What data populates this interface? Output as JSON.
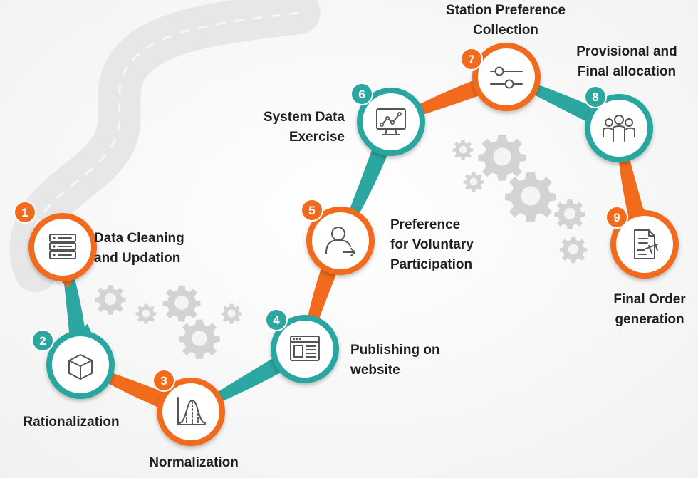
{
  "colors": {
    "orange": "#F26B1D",
    "teal": "#2BA6A0",
    "icon_stroke": "#555555",
    "text": "#1f1f1f",
    "gear": "#d0d0d0",
    "road": "#e9e9e9"
  },
  "steps": [
    {
      "number": "1",
      "label_lines": [
        "Data Cleaning",
        "and Updation"
      ],
      "icon": "server-icon",
      "color": "orange"
    },
    {
      "number": "2",
      "label_lines": [
        "Rationalization"
      ],
      "icon": "box-icon",
      "color": "teal"
    },
    {
      "number": "3",
      "label_lines": [
        "Normalization"
      ],
      "icon": "bell-curve-icon",
      "color": "orange"
    },
    {
      "number": "4",
      "label_lines": [
        "Publishing on",
        "website"
      ],
      "icon": "webpage-icon",
      "color": "teal"
    },
    {
      "number": "5",
      "label_lines": [
        "Preference",
        "for Voluntary",
        "Participation"
      ],
      "icon": "user-arrow-icon",
      "color": "orange"
    },
    {
      "number": "6",
      "label_lines": [
        "System Data",
        "Exercise"
      ],
      "icon": "monitor-chart-icon",
      "color": "teal"
    },
    {
      "number": "7",
      "label_lines": [
        "Station Preference",
        "Collection"
      ],
      "icon": "sliders-icon",
      "color": "orange"
    },
    {
      "number": "8",
      "label_lines": [
        "Provisional and",
        "Final allocation"
      ],
      "icon": "group-icon",
      "color": "teal"
    },
    {
      "number": "9",
      "label_lines": [
        "Final Order",
        "generation"
      ],
      "icon": "document-gavel-icon",
      "color": "orange"
    }
  ]
}
